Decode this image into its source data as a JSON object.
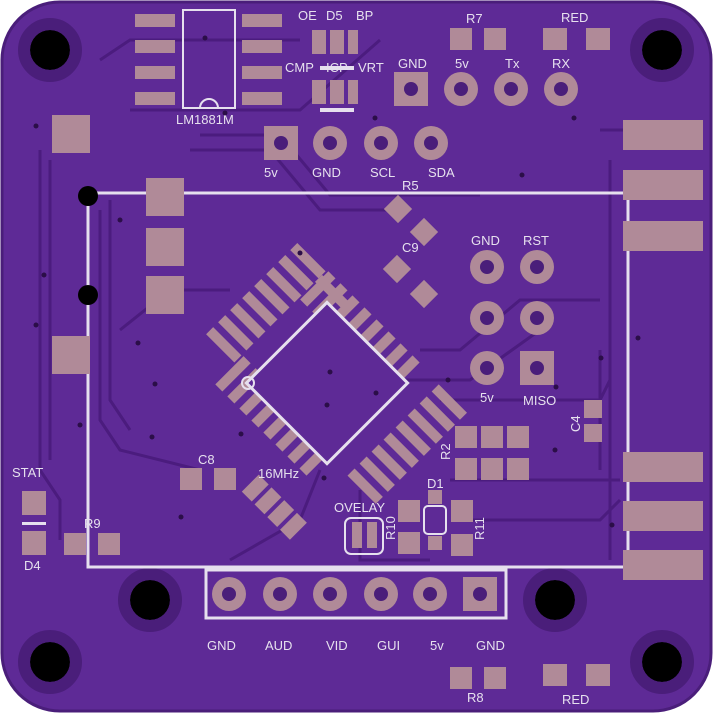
{
  "colors": {
    "board": "#5e2a96",
    "board_edge": "#4a1e7a",
    "trace": "#4b1c7e",
    "pad": "#b08a98",
    "silk": "#e6e0ee",
    "hole": "#000000",
    "via": "#2b0e48"
  },
  "labels": {
    "ic_top": "LM1881M",
    "oe": "OE",
    "d5": "D5",
    "bp": "BP",
    "cmp": "CMP",
    "icp": "ICP",
    "vrt": "VRT",
    "r7": "R7",
    "red_top": "RED",
    "gnd_top": "GND",
    "v5_top": "5v",
    "tx": "Tx",
    "rx": "RX",
    "i2c_5v": "5v",
    "i2c_gnd": "GND",
    "scl": "SCL",
    "sda": "SDA",
    "r5": "R5",
    "c9": "C9",
    "isp_gnd": "GND",
    "rst": "RST",
    "isp_5v": "5v",
    "miso": "MISO",
    "c4": "C4",
    "r2": "R2",
    "c8": "C8",
    "mhz": "16MHz",
    "d1": "D1",
    "ovelay": "OVELAY",
    "r10": "R10",
    "r11": "R11",
    "stat": "STAT",
    "d4": "D4",
    "r9": "R9",
    "hdr_gnd1": "GND",
    "hdr_aud": "AUD",
    "hdr_vid": "VID",
    "hdr_gui": "GUI",
    "hdr_5v": "5v",
    "hdr_gnd2": "GND",
    "r8": "R8",
    "red_bottom": "RED"
  }
}
